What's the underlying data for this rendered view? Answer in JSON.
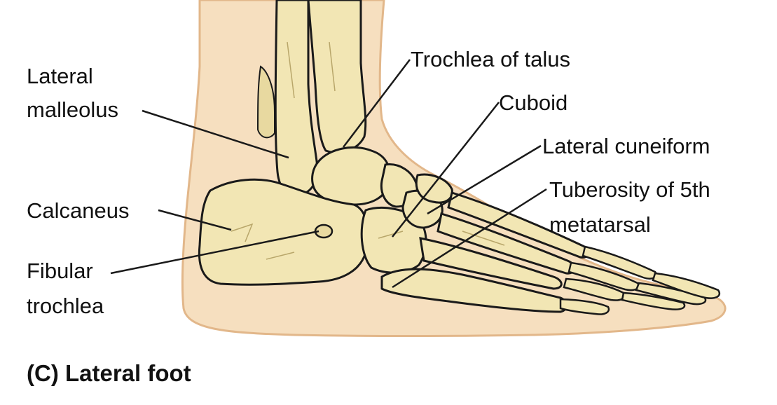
{
  "figure": {
    "caption": "(C) Lateral foot",
    "labels": {
      "trochlea_of_talus": "Trochlea of talus",
      "lateral_malleolus_line1": "Lateral",
      "lateral_malleolus_line2": "malleolus",
      "cuboid": "Cuboid",
      "lateral_cuneiform": "Lateral cuneiform",
      "tuberosity_line1": "Tuberosity of 5th",
      "tuberosity_line2": "metatarsal",
      "calcaneus": "Calcaneus",
      "fibular_trochlea_line1": "Fibular",
      "fibular_trochlea_line2": "trochlea"
    },
    "colors": {
      "skin": "#f6dfbf",
      "skin_edge": "#e2b78a",
      "bone": "#f2e6b4",
      "bone_shade": "#d9c78a",
      "outline": "#1a1a1a",
      "leader_line": "#1a1a1a"
    }
  }
}
